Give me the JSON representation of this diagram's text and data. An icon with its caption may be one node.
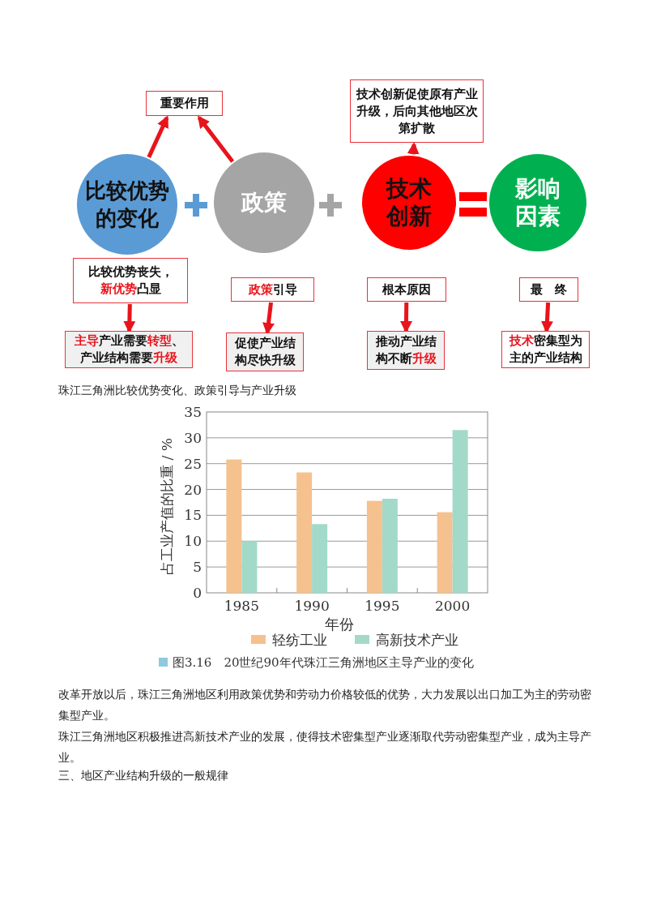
{
  "diagram": {
    "caption": "珠江三角洲比较优势变化、政策引导与产业升级",
    "nodes": [
      {
        "text": [
          "重要作用"
        ]
      },
      {
        "text": [
          "技术创新促使原有产业升级，后向其他地区次第扩散"
        ]
      },
      {
        "text": [
          "比较优势的变化"
        ]
      },
      {
        "text": [
          "政策"
        ]
      },
      {
        "text": [
          "技术创新"
        ]
      },
      {
        "text": [
          "影响因素"
        ]
      },
      {
        "text": [
          "比较优势丧失，**新优势**凸显"
        ]
      },
      {
        "text": [
          "**政策**引导"
        ]
      },
      {
        "text": [
          "根本原因"
        ]
      },
      {
        "text": [
          "最　终"
        ]
      },
      {
        "text": [
          "**主导**产业需要**转型**、产业结构需要**升级**"
        ]
      },
      {
        "text": [
          "促使产业结构尽快升级"
        ]
      },
      {
        "text": [
          "推动产业结构不断**升级**"
        ]
      },
      {
        "text": [
          "**技术**密集型为主的产业结构"
        ]
      }
    ],
    "edges": [
      {
        "from": 2,
        "to": 0,
        "arrow": "to"
      },
      {
        "from": 3,
        "to": 0,
        "arrow": "to"
      },
      {
        "from": 4,
        "to": 1,
        "arrow": "to"
      },
      {
        "from": 6,
        "to": 10,
        "arrow": "to"
      },
      {
        "from": 7,
        "to": 11,
        "arrow": "to"
      },
      {
        "from": 8,
        "to": 12,
        "arrow": "to"
      },
      {
        "from": 9,
        "to": 13,
        "arrow": "to"
      }
    ],
    "labels": [
      "改革开放以后，珠江三角洲地区利用政策优势和劳动力价格较低的优势，大力发展以出口加工为主的劳动密集型产业。",
      "珠江三角洲地区积极推进高新技术产业的发展，使得技术密集型产业逐渐取代劳动密集型产业，成为主导产业。",
      "三、地区产业结构升级的一般规律"
    ],
    "chart_data": {
      "type": "bar",
      "title": "图3.16　20世纪90年代珠江三角洲地区主导产业的变化",
      "xlabel": "年份",
      "ylabel": "占工业产值的比重 / %",
      "categories": [
        "1985",
        "1990",
        "1995",
        "2000"
      ],
      "series": [
        {
          "name": "轻纺工业",
          "color": "#f5c18f",
          "values": [
            25.8,
            23.3,
            17.8,
            15.6
          ]
        },
        {
          "name": "高新技术产业",
          "color": "#a3d9c9",
          "values": [
            10,
            13.3,
            18.2,
            31.5
          ]
        }
      ],
      "ylim": [
        0,
        35
      ],
      "yticks": [
        0,
        5,
        10,
        15,
        20,
        25,
        30,
        35
      ],
      "grid": true,
      "legend": true
    }
  }
}
